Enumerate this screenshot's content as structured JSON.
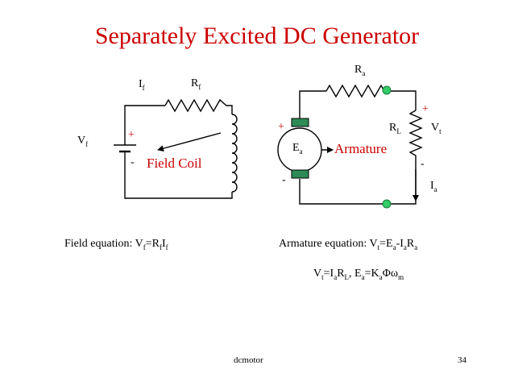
{
  "title": "Separately Excited DC Generator",
  "field_circuit": {
    "current_label": {
      "main": "I",
      "sub": "f"
    },
    "resistor_label": {
      "main": "R",
      "sub": "f"
    },
    "source_label": {
      "main": "V",
      "sub": "f"
    },
    "plus": "+",
    "minus": "-",
    "coil_label": "Field Coil"
  },
  "armature_circuit": {
    "resistor_label": {
      "main": "R",
      "sub": "a"
    },
    "emf_label": {
      "main": "E",
      "sub": "a"
    },
    "machine_label": "Armature",
    "load_label": {
      "main": "R",
      "sub": "L"
    },
    "terminal_voltage_label": {
      "main": "V",
      "sub": "t"
    },
    "current_label": {
      "main": "I",
      "sub": "a"
    },
    "plus_machine": "+",
    "minus_machine": "-",
    "plus_load": "+",
    "minus_load": "-"
  },
  "equations": {
    "field_prefix": "Field equation: ",
    "armature_prefix": "Armature equation: "
  },
  "footer": {
    "center": "dcmotor",
    "page_number": "34"
  },
  "colors": {
    "accent": "#cc0000",
    "terminal_green": "#33cc66",
    "brush_green": "#2e8b57",
    "line": "#000000"
  }
}
